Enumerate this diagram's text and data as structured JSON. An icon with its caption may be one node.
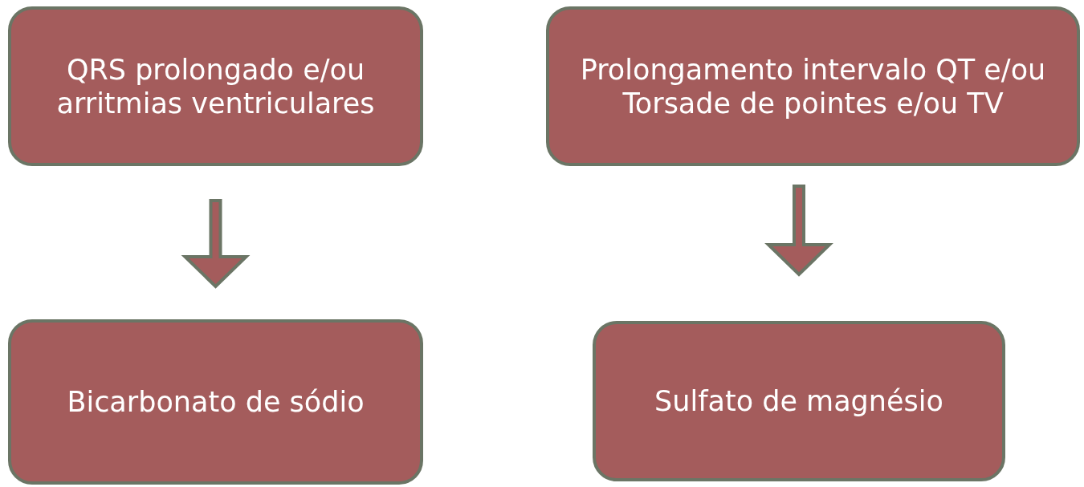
{
  "diagram": {
    "nodes": [
      {
        "text": [
          "QRS prolongado e/ou arritmias ventriculares"
        ]
      },
      {
        "text": [
          "Prolongamento intervalo QT e/ou Torsade de pointes e/ou TV"
        ]
      },
      {
        "text": [
          "Bicarbonato de sódio"
        ]
      },
      {
        "text": [
          "Sulfato de magnésio"
        ]
      }
    ],
    "edges": [
      {
        "from": 0,
        "to": 2,
        "arrow": "to"
      },
      {
        "from": 1,
        "to": 3,
        "arrow": "to"
      }
    ]
  }
}
